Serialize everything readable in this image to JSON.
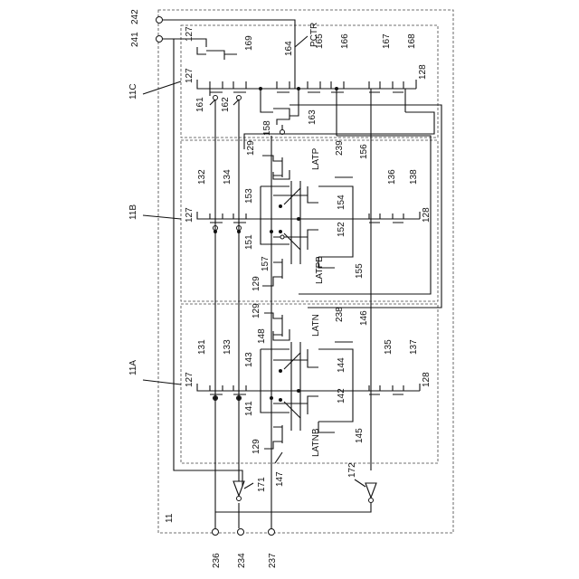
{
  "outer_block": "11",
  "blocks": {
    "top": "11C",
    "middle": "11B",
    "bottom": "11A"
  },
  "top_inputs": [
    "241",
    "242"
  ],
  "bottom_terminals": [
    "236",
    "234",
    "237"
  ],
  "signals": {
    "pctr": "PCTR",
    "latp": "LATP",
    "latpb": "LATPB",
    "latn": "LATN",
    "latnb": "LATNB"
  },
  "labels_11c": {
    "vdd_a": "127",
    "vdd_b": "127",
    "t169": "169",
    "t164": "164",
    "t165": "165",
    "t166": "166",
    "t167": "167",
    "t168": "168",
    "out128": "128",
    "t161": "161",
    "t162": "162",
    "t163": "163"
  },
  "labels_11b": {
    "vss_top": "129",
    "t158": "158",
    "t239": "239",
    "t156": "156",
    "t132": "132",
    "t134": "134",
    "t153": "153",
    "t154": "154",
    "t136": "136",
    "t138": "138",
    "vdd": "127",
    "out128": "128",
    "t152": "152",
    "t151": "151",
    "t157": "157",
    "t155": "155",
    "vss_bot": "129"
  },
  "labels_11a": {
    "vss_top": "129",
    "t238": "238",
    "t146": "146",
    "t148": "148",
    "t131": "131",
    "t133": "133",
    "t143": "143",
    "t144": "144",
    "t135": "135",
    "t137": "137",
    "vdd": "127",
    "out128": "128",
    "t142": "142",
    "t141": "141",
    "t145": "145",
    "vss_bot": "129",
    "t147": "147"
  },
  "inverters": {
    "left": "171",
    "right": "172"
  }
}
